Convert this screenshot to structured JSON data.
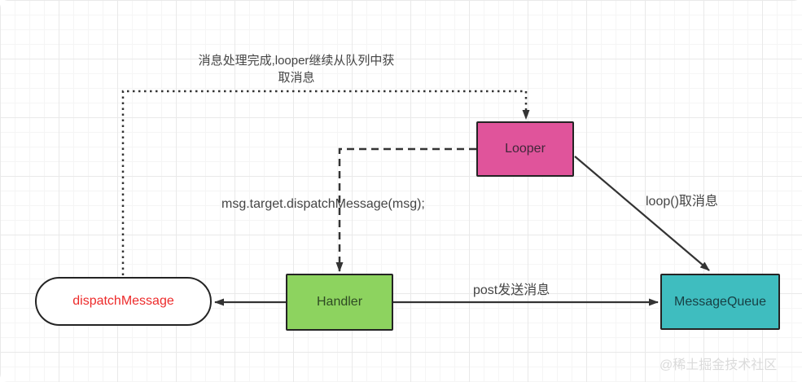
{
  "diagram": {
    "nodes": {
      "looper": {
        "label": "Looper",
        "fill": "#e0549b",
        "border": "#242424"
      },
      "handler": {
        "label": "Handler",
        "fill": "#8dd35f",
        "border": "#242424"
      },
      "message_queue": {
        "label": "MessageQueue",
        "fill": "#3fbdbf",
        "border": "#242424"
      },
      "dispatch_message": {
        "label": "dispatchMessage",
        "fill": "#ffffff",
        "border": "#242424",
        "text_color": "#ed2b2b"
      }
    },
    "edges": [
      {
        "from": "dispatch_message",
        "to": "looper",
        "style": "dotted",
        "label": "消息处理完成,looper继续从队列中获取消息"
      },
      {
        "from": "looper",
        "to": "handler",
        "style": "dashed",
        "label": "msg.target.dispatchMessage(msg);"
      },
      {
        "from": "looper",
        "to": "message_queue",
        "style": "solid",
        "label": "loop()取消息"
      },
      {
        "from": "handler",
        "to": "message_queue",
        "style": "solid",
        "label": "post发送消息"
      },
      {
        "from": "handler",
        "to": "dispatch_message",
        "style": "solid",
        "label": ""
      }
    ],
    "line_color": "#333333"
  },
  "watermark": "@稀土掘金技术社区"
}
